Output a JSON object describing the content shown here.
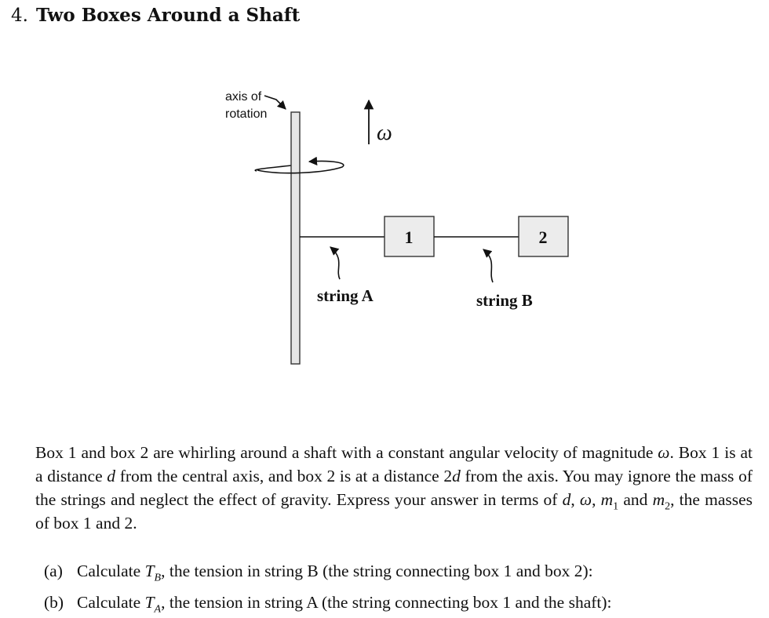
{
  "problem": {
    "number": "4.",
    "title": "Two Boxes Around a Shaft"
  },
  "figure": {
    "axis_label_line1": "axis of",
    "axis_label_line2": "rotation",
    "omega_symbol": "ω",
    "box1_label": "1",
    "box2_label": "2",
    "string_a_label": "string A",
    "string_b_label": "string B",
    "colors": {
      "shaft_fill": "#e6e6e6",
      "box_fill": "#ececec",
      "stroke": "#333333"
    }
  },
  "paragraph": {
    "s1": "Box 1 and box 2 are whirling around a shaft with a constant angular velocity of magnitude ",
    "omega": "ω",
    "s2": ". Box 1 is at a distance ",
    "d": "d",
    "s3": " from the central axis, and box 2 is at a distance 2",
    "d2": "d",
    "s4": " from the axis. You may ignore the mass of the strings and neglect the effect of gravity. Express your answer in terms of ",
    "v1": "d",
    "c1": ", ",
    "v2": "ω",
    "c2": ", ",
    "m1": "m",
    "m1sub": "1",
    "and": " and ",
    "m2": "m",
    "m2sub": "2",
    "s5": ", the masses of box 1 and 2."
  },
  "parts": {
    "a": {
      "marker": "(a)",
      "pre": "Calculate ",
      "var": "T",
      "sub": "B",
      "post": ", the tension in string B (the string connecting box 1 and box 2):"
    },
    "b": {
      "marker": "(b)",
      "pre": "Calculate ",
      "var": "T",
      "sub": "A",
      "post": ", the tension in string A (the string connecting box 1 and the shaft):"
    }
  }
}
